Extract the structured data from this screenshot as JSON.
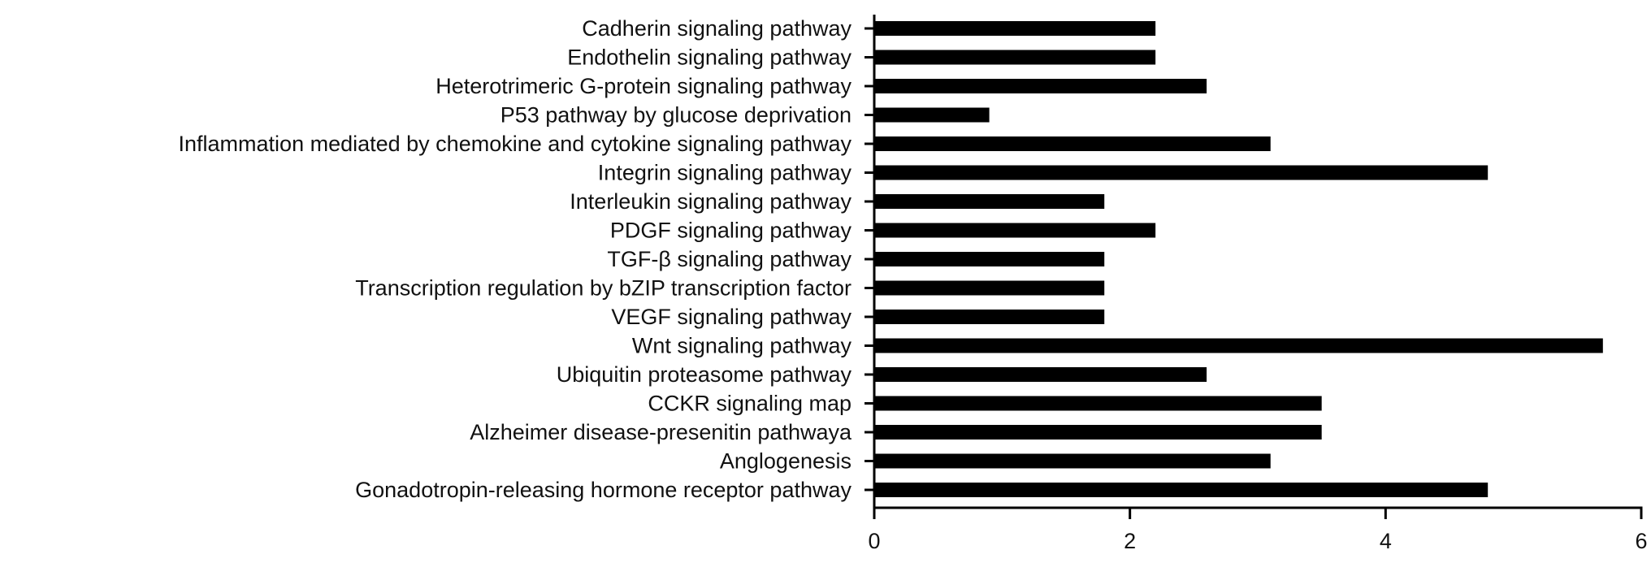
{
  "chart_data": {
    "type": "bar",
    "orientation": "horizontal",
    "title": "",
    "xlabel": "",
    "ylabel": "",
    "xlim": [
      0,
      6
    ],
    "xticks": [
      0,
      2,
      4,
      6
    ],
    "grid": false,
    "bar_color": "#000000",
    "categories": [
      "Cadherin signaling pathway",
      "Endothelin signaling pathway",
      "Heterotrimeric G-protein signaling pathway",
      "P53 pathway by glucose deprivation",
      "Inflammation mediated by chemokine and cytokine signaling pathway",
      "Integrin signaling pathway",
      "Interleukin signaling pathway",
      "PDGF signaling pathway",
      "TGF-β signaling pathway",
      "Transcription regulation by bZIP transcription factor",
      "VEGF signaling pathway",
      "Wnt signaling pathway",
      "Ubiquitin proteasome pathway",
      "CCKR signaling map",
      "Alzheimer disease-presenitin pathwaya",
      "Anglogenesis",
      "Gonadotropin-releasing hormone receptor pathway"
    ],
    "values": [
      2.2,
      2.2,
      2.6,
      0.9,
      3.1,
      4.8,
      1.8,
      2.2,
      1.8,
      1.8,
      1.8,
      5.7,
      2.6,
      3.5,
      3.5,
      3.1,
      4.8
    ]
  }
}
